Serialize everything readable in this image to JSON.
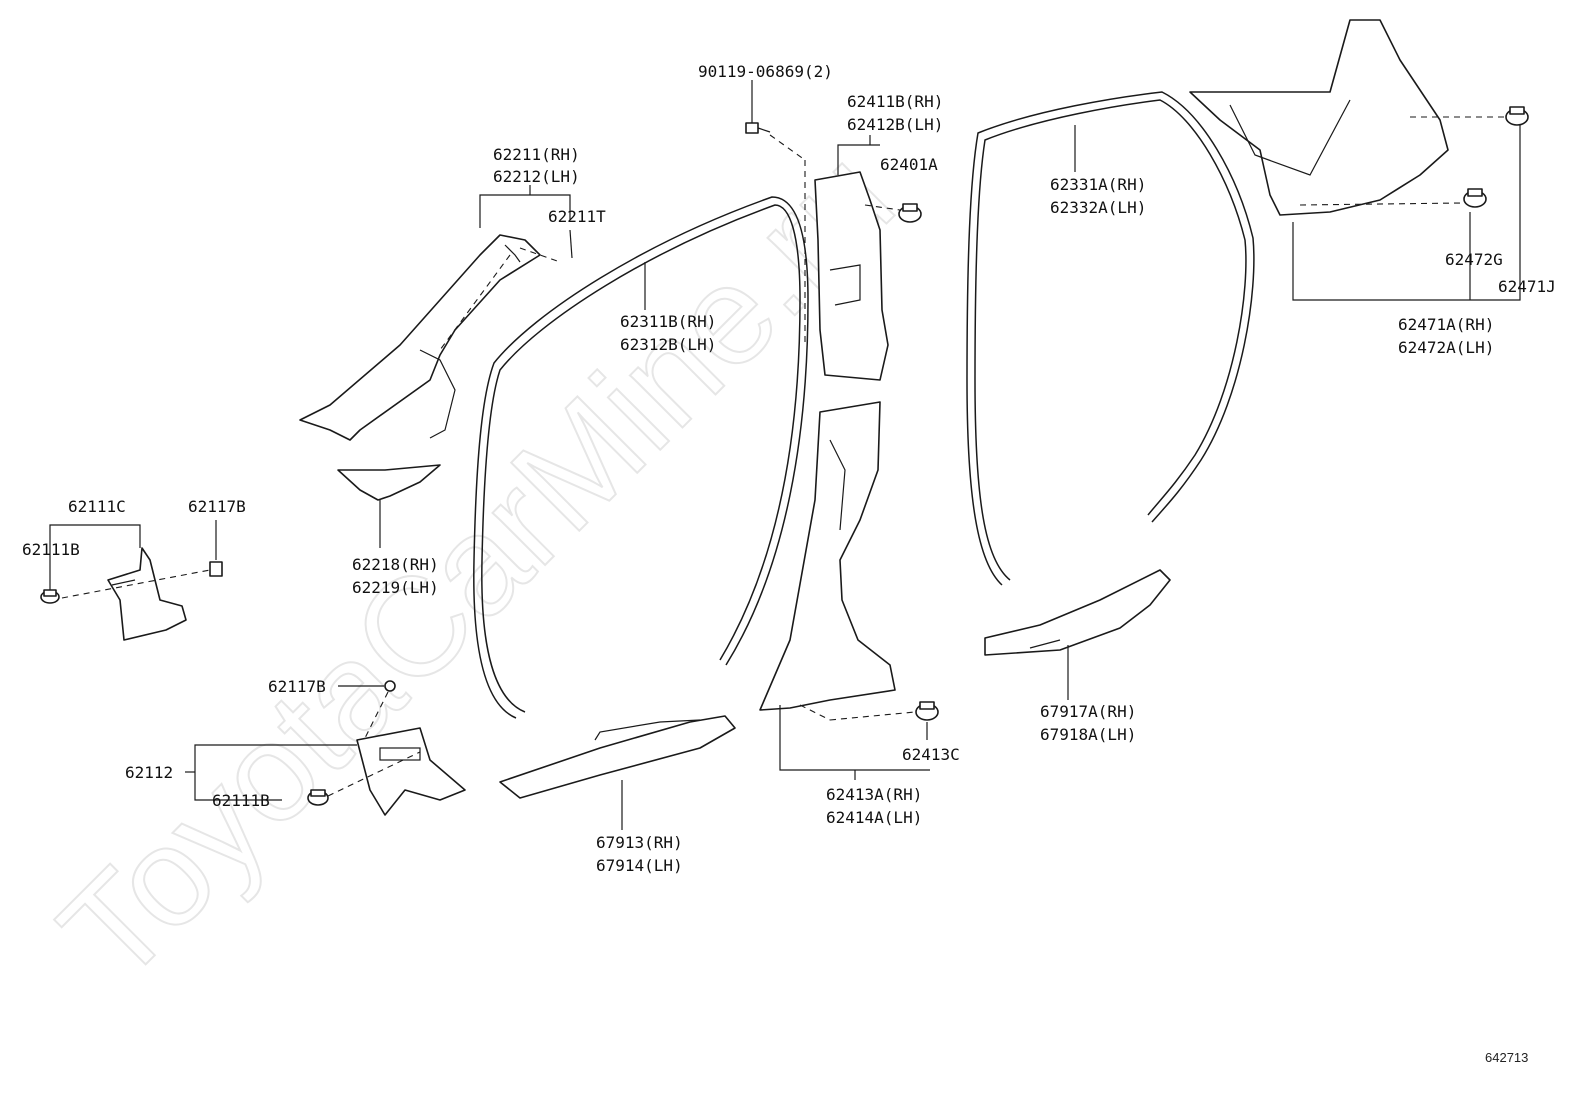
{
  "watermark": "ToyotaCarMine.ru",
  "diagram_id": "642713",
  "callouts": {
    "c_90119": "90119-06869(2)",
    "c_62411b": "62411B(RH)",
    "c_62412b": "62412B(LH)",
    "c_62401a": "62401A",
    "c_62211": "62211(RH)",
    "c_62212": "62212(LH)",
    "c_62211t": "62211T",
    "c_62311b": "62311B(RH)",
    "c_62312b": "62312B(LH)",
    "c_62331a": "62331A(RH)",
    "c_62332a": "62332A(LH)",
    "c_62472g": "62472G",
    "c_62471j": "62471J",
    "c_62471a": "62471A(RH)",
    "c_62472a": "62472A(LH)",
    "c_62111c": "62111C",
    "c_62117b_top": "62117B",
    "c_62111b_top": "62111B",
    "c_62218": "62218(RH)",
    "c_62219": "62219(LH)",
    "c_62117b_bot": "62117B",
    "c_62112": "62112",
    "c_62111b_bot": "62111B",
    "c_67913": "67913(RH)",
    "c_67914": "67914(LH)",
    "c_62413c": "62413C",
    "c_62413a": "62413A(RH)",
    "c_62414a": "62414A(LH)",
    "c_67917a": "67917A(RH)",
    "c_67918a": "67918A(LH)"
  }
}
